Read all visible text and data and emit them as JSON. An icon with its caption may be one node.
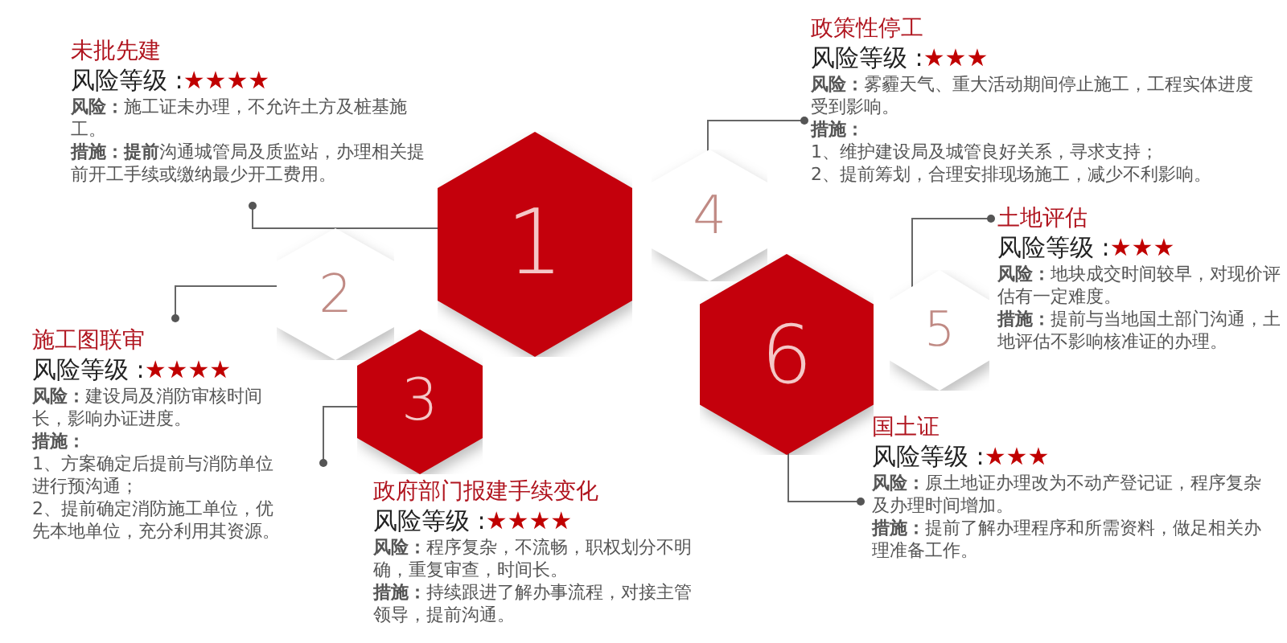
{
  "diagram": {
    "nodes": [
      {
        "text": [
          "未批先建",
          "风险等级 :",
          "★★★★",
          "**风险：**施工证未办理，不允许土方及桩基施工。",
          "**措施：提前**沟通城管局及质监站，办理相关提前开工手续或缴纳最少开工费用。"
        ]
      },
      {
        "text": [
          "政策性停工",
          "风险等级 :",
          "★★★",
          "**风险：**雾霾天气、重大活动期间停止施工，工程实体进度受到影响。",
          "**措施：**",
          "1、维护建设局及城管良好关系，寻求支持；",
          "2、提前筹划，合理安排现场施工，减少不利影响。"
        ]
      },
      {
        "text": [
          "1"
        ]
      },
      {
        "text": [
          "4"
        ]
      },
      {
        "text": [
          "2"
        ]
      },
      {
        "text": [
          "土地评估",
          "风险等级 :",
          "★★★",
          "**风险：**地块成交时间较早，对现价评估有一定难度。",
          "**措施：**提前与当地国土部门沟通，土地评估不影响核准证的办理。"
        ]
      },
      {
        "text": [
          "5"
        ]
      },
      {
        "text": [
          "施工图联审",
          "风险等级 :",
          "★★★★",
          "**风险：**建设局及消防审核时间长，影响办证进度。",
          "**措施：**",
          "1、方案确定后提前与消防单位进行预沟通；",
          "2、提前确定消防施工单位，优先本地单位，充分利用其资源。"
        ]
      },
      {
        "text": [
          "3"
        ]
      },
      {
        "text": [
          "6"
        ]
      },
      {
        "text": [
          "国土证",
          "风险等级 :",
          "★★★",
          "**风险：**原土地证办理改为不动产登记证，程序复杂及办理时间增加。",
          "**措施：**提前了解办理程序和所需资料，做足相关办理准备工作。"
        ]
      },
      {
        "text": [
          "政府部门报建手续变化",
          "风险等级 :",
          "★★★★",
          "**风险：**程序复杂，不流畅，职权划分不明确，重复审查，时间长。",
          "**措施：**持续跟进了解办事流程，对接主管领导，提前沟通。"
        ]
      }
    ],
    "edges": [
      {
        "from": 0,
        "to": 2,
        "arrow": "other"
      },
      {
        "from": 1,
        "to": 3,
        "arrow": "other"
      },
      {
        "from": 5,
        "to": 6,
        "arrow": "other"
      },
      {
        "from": 7,
        "to": 4,
        "arrow": "other"
      },
      {
        "from": 11,
        "to": 8,
        "arrow": "other"
      },
      {
        "from": 10,
        "to": 9,
        "arrow": "other"
      }
    ]
  }
}
